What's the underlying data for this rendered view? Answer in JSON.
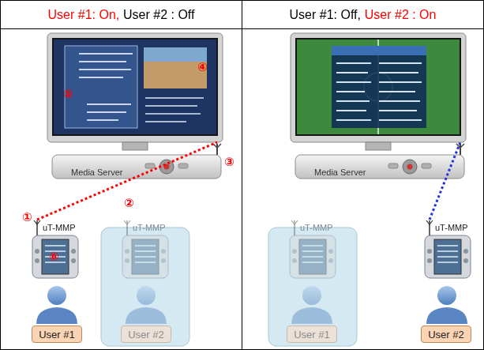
{
  "diagram": {
    "nodes": [
      {
        "text": [
          "User #1: On,",
          "User #2 : Off"
        ]
      },
      {
        "text": [
          "Media Server"
        ],
        "in": 0
      },
      {
        "text": [
          "uT-MMP"
        ],
        "in": 0
      },
      {
        "text": [
          "User #1"
        ],
        "in": 0
      },
      {
        "text": [
          "uT-MMP"
        ],
        "in": 0
      },
      {
        "text": [
          "User #2"
        ],
        "in": 0
      },
      {
        "text": [
          "User #1: Off,",
          "User #2 : On"
        ]
      },
      {
        "text": [
          "Media Server"
        ],
        "in": 6
      },
      {
        "text": [
          "uT-MMP"
        ],
        "in": 6
      },
      {
        "text": [
          "User #1"
        ],
        "in": 6
      },
      {
        "text": [
          "uT-MMP"
        ],
        "in": 6
      },
      {
        "text": [
          "User #2"
        ],
        "in": 6
      }
    ],
    "edges": [
      {
        "from": 2,
        "to": 1,
        "arrow": "none"
      },
      {
        "from": 10,
        "to": 7,
        "arrow": "none"
      }
    ],
    "labels": [
      "①",
      "②",
      "③",
      "④",
      "⑤",
      "⑥"
    ]
  }
}
